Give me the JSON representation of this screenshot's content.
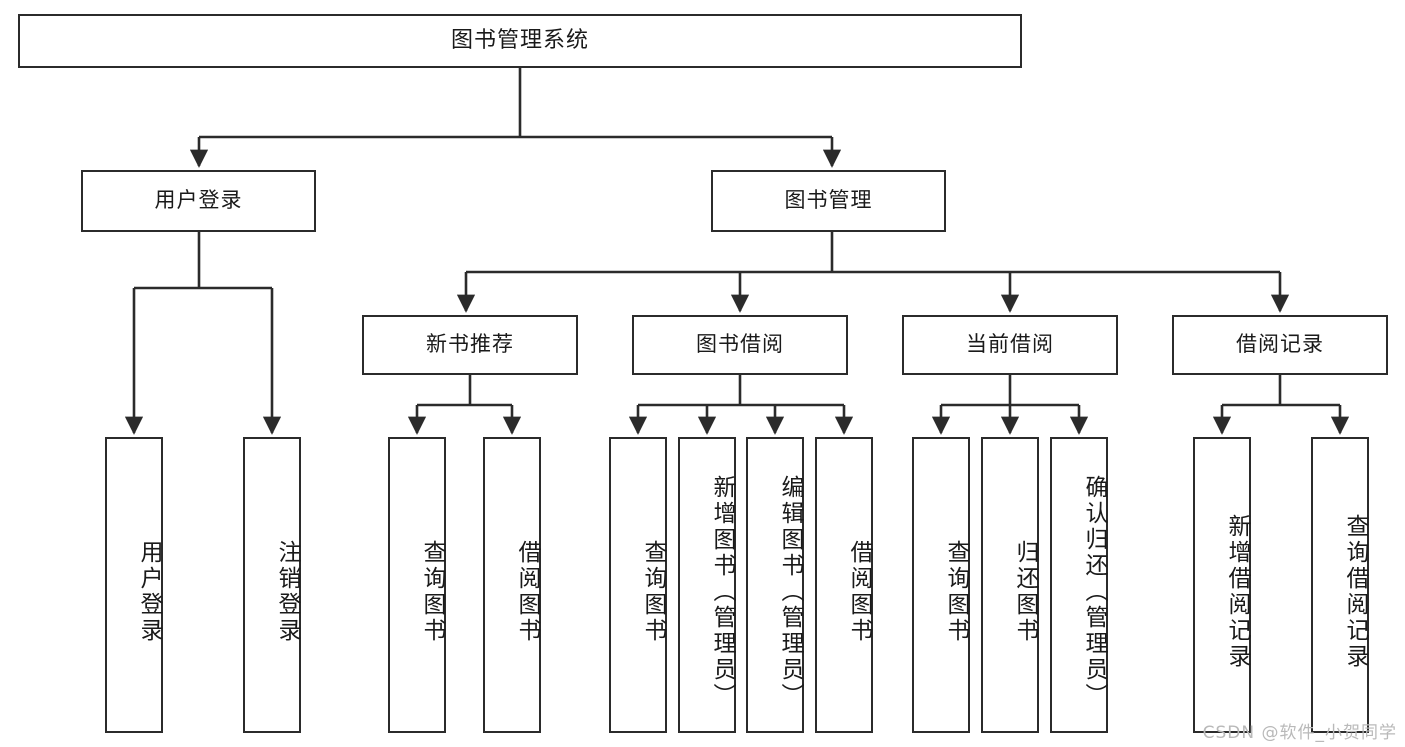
{
  "diagram": {
    "title": "图书管理系统",
    "type": "function-structure-tree",
    "colors": {
      "stroke": "#2b2b2b",
      "fill": "#ffffff",
      "text": "#1a1a1a",
      "watermark": "#b9b9b9"
    },
    "root": {
      "label": "图书管理系统"
    },
    "level2": [
      {
        "id": "user-login",
        "label": "用户登录"
      },
      {
        "id": "book-manage",
        "label": "图书管理"
      }
    ],
    "level3": [
      {
        "id": "new-book-recommend",
        "label": "新书推荐"
      },
      {
        "id": "book-borrow",
        "label": "图书借阅"
      },
      {
        "id": "current-borrow",
        "label": "当前借阅"
      },
      {
        "id": "borrow-record",
        "label": "借阅记录"
      }
    ],
    "leaves": {
      "user_login": [
        {
          "id": "leaf-user-login",
          "label": "用户登录"
        },
        {
          "id": "leaf-logout-login",
          "label": "注销登录"
        }
      ],
      "new_book_recommend": [
        {
          "id": "leaf-query-book-1",
          "label": "查询图书"
        },
        {
          "id": "leaf-borrow-book-1",
          "label": "借阅图书"
        }
      ],
      "book_borrow": [
        {
          "id": "leaf-query-book-2",
          "label": "查询图书"
        },
        {
          "id": "leaf-add-book",
          "label": "新增图书（管理员）"
        },
        {
          "id": "leaf-edit-book",
          "label": "编辑图书（管理员）"
        },
        {
          "id": "leaf-borrow-book-2",
          "label": "借阅图书"
        }
      ],
      "current_borrow": [
        {
          "id": "leaf-query-book-3",
          "label": "查询图书"
        },
        {
          "id": "leaf-return-book",
          "label": "归还图书"
        },
        {
          "id": "leaf-confirm-return",
          "label": "确认归还（管理员）"
        }
      ],
      "borrow_record": [
        {
          "id": "leaf-add-record",
          "label": "新增借阅记录"
        },
        {
          "id": "leaf-query-record",
          "label": "查询借阅记录"
        }
      ]
    }
  },
  "watermark": {
    "text": "CSDN @软件_小贺同学"
  }
}
